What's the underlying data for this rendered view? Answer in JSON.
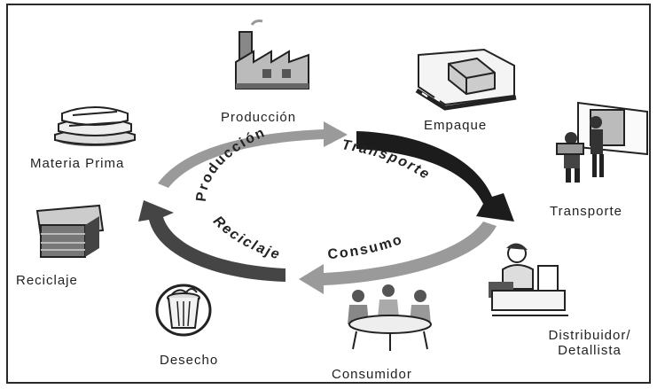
{
  "cycle": {
    "arc_labels": {
      "produccion": "Producción",
      "transporte": "Transporte",
      "consumo": "Consumo",
      "reciclaje": "Reciclaje"
    },
    "colors": {
      "light_arc": "#9a9a9a",
      "dark_arc": "#1c1c1c",
      "medium_arc": "#454545"
    }
  },
  "nodes": {
    "materia_prima": {
      "label": "Materia Prima",
      "icon": "stacked-sacks-icon"
    },
    "produccion": {
      "label": "Producción",
      "icon": "factory-icon"
    },
    "empaque": {
      "label": "Empaque",
      "icon": "package-box-icon"
    },
    "transporte": {
      "label": "Transporte",
      "icon": "delivery-truck-icon"
    },
    "distribuidor": {
      "label_line1": "Distribuidor/",
      "label_line2": "Detallista",
      "icon": "shopkeeper-icon"
    },
    "consumidor": {
      "label": "Consumidor",
      "icon": "people-at-table-icon"
    },
    "desecho": {
      "label": "Desecho",
      "icon": "trash-bin-icon"
    },
    "reciclaje": {
      "label": "Reciclaje",
      "icon": "recycled-stack-icon"
    }
  }
}
